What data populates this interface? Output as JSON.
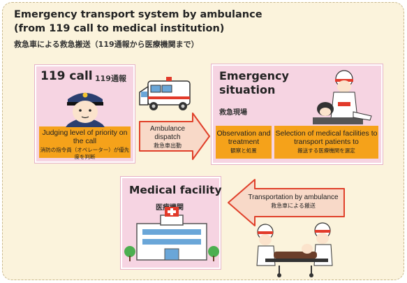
{
  "title": {
    "line1": "Emergency transport system by ambulance",
    "line2": "(from 119 call to medical institution)",
    "line3": "救急車による救急搬送（119通報から医療機関まで）"
  },
  "call_box": {
    "heading": "119 call",
    "heading_jp": "119通報",
    "label_en": "Judging level of priority on the call",
    "label_jp": "消防の指令員（オペレーター）が優先度を判断"
  },
  "dispatch_arrow": {
    "en": "Ambulance dispatch",
    "jp": "救急車出動"
  },
  "emergency_box": {
    "heading_line1": "Emergency",
    "heading_line2": "situation",
    "sub": "救急現場",
    "left_en": "Observation and treatment",
    "left_jp": "観察と処置",
    "right_en": "Selection of medical facilities to transport patients to",
    "right_jp": "搬送する医療機関を選定"
  },
  "transport_arrow": {
    "en": "Transportation by ambulance",
    "jp": "救急車による搬送"
  },
  "medical_box": {
    "heading": "Medical facility",
    "sub": "医療機関"
  },
  "colors": {
    "background": "#fbf3dc",
    "box_fill": "#f6d4e2",
    "label_orange": "#f5a21a",
    "arrow_fill": "#f8d9c8",
    "arrow_stroke": "#e0402a"
  }
}
